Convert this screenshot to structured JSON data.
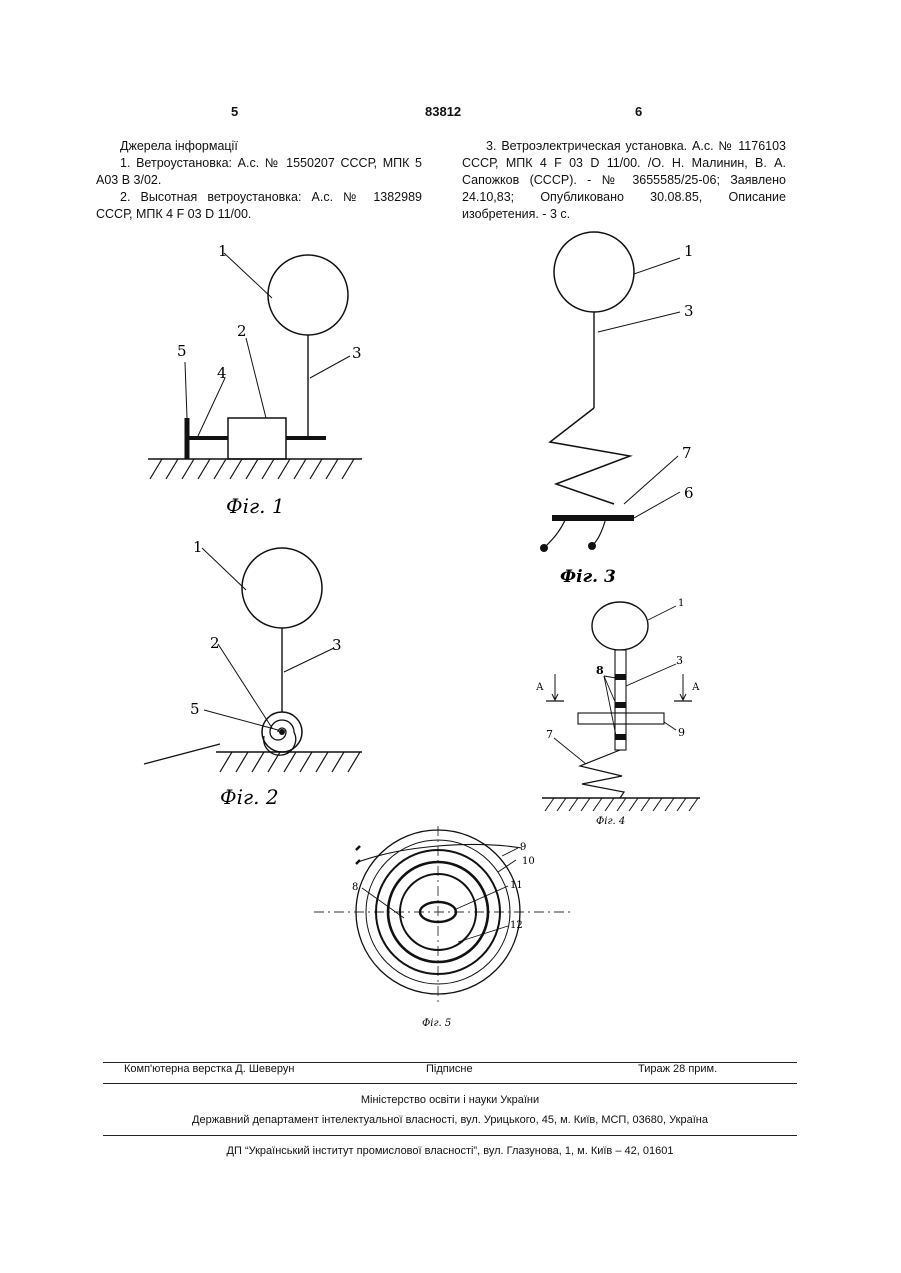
{
  "header": {
    "left_page": "5",
    "patent_number": "83812",
    "right_page": "6"
  },
  "sources": {
    "heading": "Джерела інформації",
    "items": [
      "1. Ветроустановка: А.с. № 1550207 СССР, МПК 5 А03 В 3/02.",
      "2. Высотная ветроустановка: А.с. № 1382989 СССР, МПК 4 F 03 D 11/00."
    ],
    "item3": "3. Ветроэлектрическая установка. А.с. № 1176103 СССР, МПК 4 F 03 D 11/00. /О. Н. Малинин, В. А. Сапожков (СССР). - № 3655585/25-06; Заявлено 24.10,83; Опубликовано 30.08.85, Описание изобретения. - 3 с."
  },
  "figures": {
    "fig1": {
      "caption": "Фіг. 1",
      "labels": [
        "1",
        "2",
        "3",
        "4",
        "5"
      ]
    },
    "fig2": {
      "caption": "Фіг. 2",
      "labels": [
        "1",
        "2",
        "3",
        "5"
      ]
    },
    "fig3": {
      "caption": "Фіг. 3",
      "labels": [
        "1",
        "3",
        "7",
        "6"
      ]
    },
    "fig4": {
      "caption": "Фіг. 4",
      "labels": [
        "1",
        "8",
        "3",
        "9",
        "7"
      ],
      "section_left": "А",
      "section_right": "А"
    },
    "fig5": {
      "caption": "Фіг. 5",
      "labels": [
        "9",
        "10",
        "8",
        "11",
        "12"
      ]
    }
  },
  "footer": {
    "layout": "Комп'ютерна верстка Д. Шеверун",
    "signed": "Підписне",
    "circulation": "Тираж 28 прим.",
    "ministry": "Міністерство освіти і науки України",
    "department": "Державний департамент інтелектуальної власності, вул. Урицького, 45, м. Київ, МСП, 03680, Україна",
    "institute": "ДП “Український інститут промислової власності”, вул. Глазунова, 1, м. Київ – 42, 01601"
  }
}
